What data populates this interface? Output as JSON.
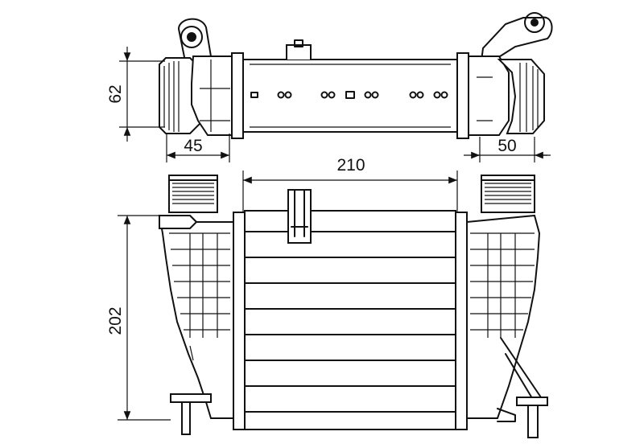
{
  "dimensions": {
    "height_top": "62",
    "left_tank_width": "45",
    "right_tank_width": "50",
    "core_width": "210",
    "height_front": "202"
  }
}
